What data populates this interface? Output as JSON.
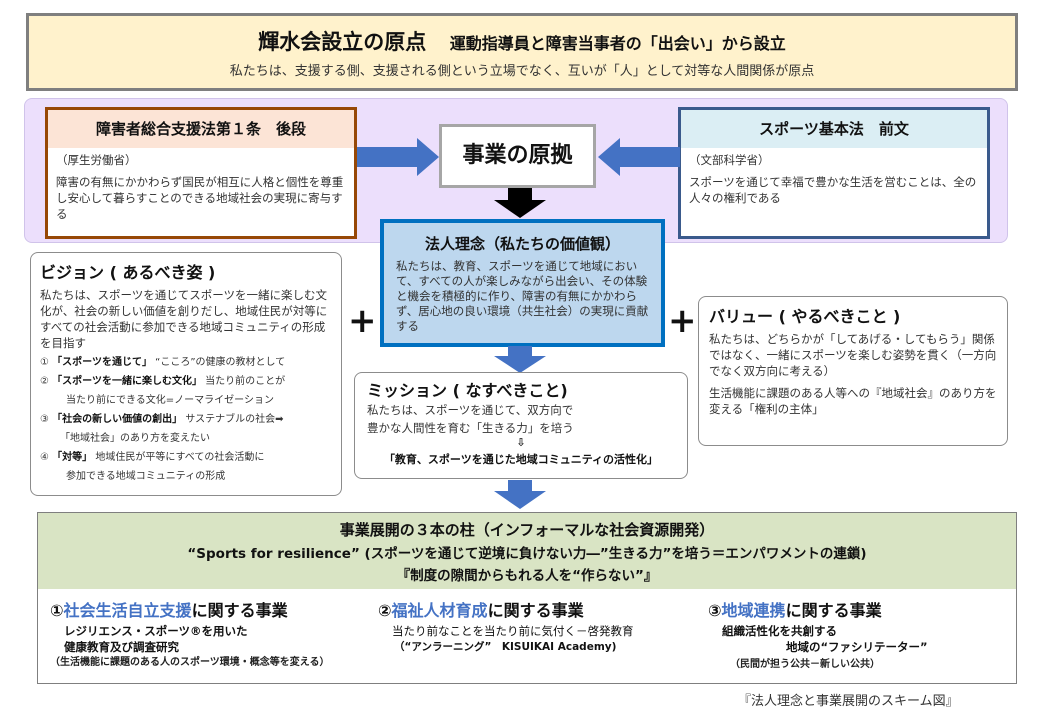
{
  "banner": {
    "title": "輝水会設立の原点",
    "subtitle": "運動指導員と障害当事者の「出会い」から設立",
    "description": "私たちは、支援する側、支援される側という立場でなく、互いが「人」として対等な人間関係が原点"
  },
  "law_left": {
    "title": "障害者総合支援法第１条　後段",
    "ministry": "（厚生労働省）",
    "text": "障害の有無にかかわらず国民が相互に人格と個性を尊重し安心して暮らすことのできる地域社会の実現に寄与する"
  },
  "law_right": {
    "title": "スポーツ基本法　前文",
    "ministry": "（文部科学省）",
    "text": "スポーツを通じて幸福で豊かな生活を営むことは、全の人々の権利である"
  },
  "basis": {
    "label": "事業の原拠"
  },
  "philosophy": {
    "title": "法人理念（私たちの価値観）",
    "text": "私たちは、教育、スポーツを通じて地域において、すべての人が楽しみながら出会い、その体験と機会を積極的に作り、障害の有無にかかわらず、居心地の良い環境（共生社会）の実現に貢献する"
  },
  "vision": {
    "title": "ビジョン ( あるべき姿 )",
    "text": "私たちは、スポーツを通じてスポーツを一緒に楽しむ文化が、社会の新しい価値を創りだし、地域住民が対等にすべての社会活動に参加できる地域コミュニティの形成を目指す",
    "items": [
      {
        "num": "①",
        "key": "「スポーツを通じて」",
        "desc": "“こころ”の健康の教材として",
        "cont": ""
      },
      {
        "num": "②",
        "key": "「スポーツを一緒に楽しむ文化」",
        "desc": "当たり前のことが",
        "cont": "当たり前にできる文化=ノーマライゼーション"
      },
      {
        "num": "③",
        "key": "「社会の新しい価値の創出」",
        "desc": "サステナブルの社会➡",
        "cont": "「地域社会」のあり方を変えたい"
      },
      {
        "num": "④",
        "key": "「対等」",
        "desc": "地域住民が平等にすべての社会活動に",
        "cont": "参加できる地域コミュニティの形成"
      }
    ]
  },
  "mission": {
    "title": "ミッション ( なすべきこと)",
    "text_line1": "私たちは、スポーツを通じて、双方向で",
    "text_line2": "豊かな人間性を育む「生きる力」を培う",
    "arrow": "⇩",
    "emphasis": "「教育、スポーツを通じた地域コミュニティの活性化」"
  },
  "value": {
    "title": "バリュー ( やるべきこと )",
    "para1": "私たちは、どちらかが「してあげる・してもらう」関係ではなく、一緒にスポーツを楽しむ姿勢を貫く（一方向でなく双方向に考える）",
    "para2": "生活機能に課題のある人等への『地域社会』のあり方を変える「権利の主体」"
  },
  "plus_symbol": "+",
  "pillars": {
    "heading": "事業展開の３本の柱（インフォーマルな社会資源開発）",
    "slogan": "“Sports for resilience” (スポーツを通じて逆境に負けない力―”生きる力”を培う＝エンパワメントの連鎖)",
    "motto": "『制度の隙間からもれる人を“作らない”』",
    "items": [
      {
        "num": "①",
        "highlight": "社会生活自立支援",
        "suffix": "に関する事業",
        "line1": "レジリエンス・スポーツ®を用いた",
        "line2": "健康教育及び調査研究",
        "note": "（生活機能に課題のある人のスポーツ環境・概念等を変える）"
      },
      {
        "num": "②",
        "highlight": "福祉人材育成",
        "suffix": "に関する事業",
        "line1": "当たり前なことを当たり前に気付く－啓発教育",
        "line2": "（“アンラーニング”　KISUIKAI Academy)",
        "note": ""
      },
      {
        "num": "③",
        "highlight": "地域連携",
        "suffix": "に関する事業",
        "line1": "組織活性化を共創する",
        "line2": "地域の“ファシリテーター”",
        "note": "（民間が担う公共－新しい公共）"
      }
    ]
  },
  "caption": "『法人理念と事業展開のスキーム図』",
  "colors": {
    "banner_bg": "#fff2cc",
    "purple_band": "#ecdffc",
    "arrow_blue": "#4472c4",
    "philosophy_bg": "#bdd7ee",
    "philosophy_border": "#0070c0",
    "law_left_border": "#974806",
    "law_right_border": "#3a5a8c",
    "pillars_header_bg": "#d9e4c4",
    "highlight_blue": "#4472c4"
  }
}
